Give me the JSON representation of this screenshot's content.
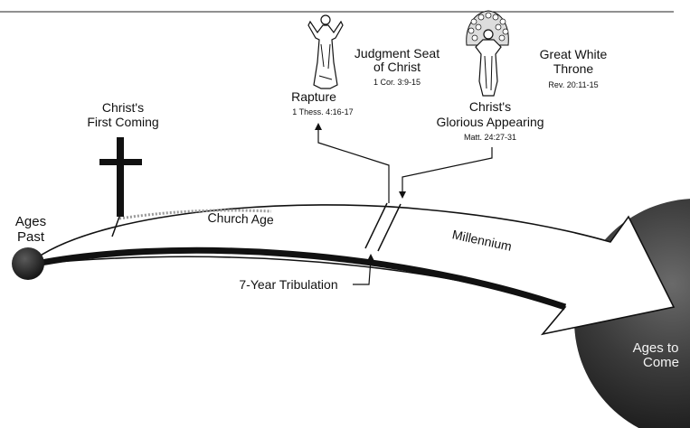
{
  "labels": {
    "ages_past_1": "Ages",
    "ages_past_2": "Past",
    "first_coming_1": "Christ's",
    "first_coming_2": "First Coming",
    "church_age": "Church Age",
    "rapture": "Rapture",
    "rapture_ref": "1 Thess. 4:16-17",
    "judgment_1": "Judgment Seat",
    "judgment_2": "of Christ",
    "judgment_ref": "1 Cor. 3:9-15",
    "appearing_1": "Christ's",
    "appearing_2": "Glorious Appearing",
    "appearing_ref": "Matt. 24:27-31",
    "throne_1": "Great White",
    "throne_2": "Throne",
    "throne_ref": "Rev. 20:11-15",
    "millennium": "Millennium",
    "tribulation": "7-Year Tribulation",
    "ages_to_come_1": "Ages to",
    "ages_to_come_2": "Come"
  },
  "icons": {
    "cross": "cross-icon",
    "rapture_figure": "ascending-christ-icon",
    "appearing_figure": "christ-with-saints-icon"
  }
}
